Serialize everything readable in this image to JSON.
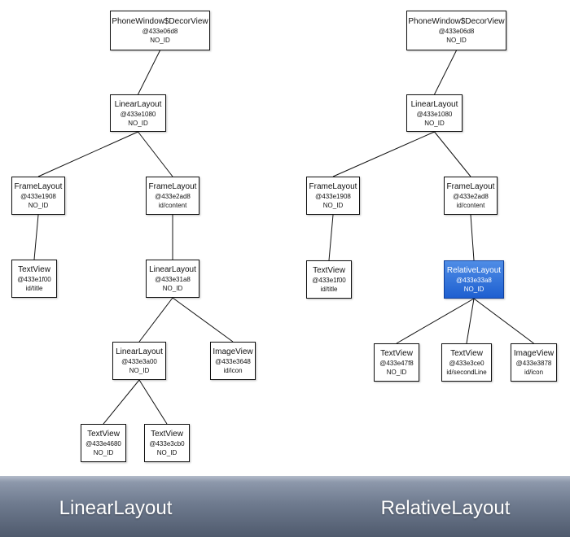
{
  "nodes": {
    "l_decor": {
      "title": "PhoneWindow$DecorView",
      "hash": "@433e06d8",
      "id": "NO_ID"
    },
    "l_linear": {
      "title": "LinearLayout",
      "hash": "@433e1080",
      "id": "NO_ID"
    },
    "l_frame1": {
      "title": "FrameLayout",
      "hash": "@433e1908",
      "id": "NO_ID"
    },
    "l_frame2": {
      "title": "FrameLayout",
      "hash": "@433e2ad8",
      "id": "id/content"
    },
    "l_textview_title": {
      "title": "TextView",
      "hash": "@433e1f00",
      "id": "id/title"
    },
    "l_linear2": {
      "title": "LinearLayout",
      "hash": "@433e31a8",
      "id": "NO_ID"
    },
    "l_linear3": {
      "title": "LinearLayout",
      "hash": "@433e3a00",
      "id": "NO_ID"
    },
    "l_imageview": {
      "title": "ImageView",
      "hash": "@433e3648",
      "id": "id/icon"
    },
    "l_textview_a": {
      "title": "TextView",
      "hash": "@433e4680",
      "id": "NO_ID"
    },
    "l_textview_b": {
      "title": "TextView",
      "hash": "@433e3cb0",
      "id": "NO_ID"
    },
    "r_decor": {
      "title": "PhoneWindow$DecorView",
      "hash": "@433e06d8",
      "id": "NO_ID"
    },
    "r_linear": {
      "title": "LinearLayout",
      "hash": "@433e1080",
      "id": "NO_ID"
    },
    "r_frame1": {
      "title": "FrameLayout",
      "hash": "@433e1908",
      "id": "NO_ID"
    },
    "r_frame2": {
      "title": "FrameLayout",
      "hash": "@433e2ad8",
      "id": "id/content"
    },
    "r_textview_title": {
      "title": "TextView",
      "hash": "@433e1f00",
      "id": "id/title"
    },
    "r_relative": {
      "title": "RelativeLayout",
      "hash": "@433e33a8",
      "id": "NO_ID"
    },
    "r_textview_a": {
      "title": "TextView",
      "hash": "@433e47f8",
      "id": "NO_ID"
    },
    "r_textview_b": {
      "title": "TextView",
      "hash": "@433e3ce0",
      "id": "id/secondLine"
    },
    "r_imageview": {
      "title": "ImageView",
      "hash": "@433e3878",
      "id": "id/icon"
    }
  },
  "edges": [
    [
      "l_decor",
      "l_linear"
    ],
    [
      "l_linear",
      "l_frame1"
    ],
    [
      "l_linear",
      "l_frame2"
    ],
    [
      "l_frame1",
      "l_textview_title"
    ],
    [
      "l_frame2",
      "l_linear2"
    ],
    [
      "l_linear2",
      "l_linear3"
    ],
    [
      "l_linear2",
      "l_imageview"
    ],
    [
      "l_linear3",
      "l_textview_a"
    ],
    [
      "l_linear3",
      "l_textview_b"
    ],
    [
      "r_decor",
      "r_linear"
    ],
    [
      "r_linear",
      "r_frame1"
    ],
    [
      "r_linear",
      "r_frame2"
    ],
    [
      "r_frame1",
      "r_textview_title"
    ],
    [
      "r_frame2",
      "r_relative"
    ],
    [
      "r_relative",
      "r_textview_a"
    ],
    [
      "r_relative",
      "r_textview_b"
    ],
    [
      "r_relative",
      "r_imageview"
    ]
  ],
  "colors": {
    "highlight_top": "#4f8de6",
    "highlight_bottom": "#1e5fd0",
    "edge": "#111111"
  },
  "footer": {
    "left_caption": "LinearLayout",
    "right_caption": "RelativeLayout"
  }
}
